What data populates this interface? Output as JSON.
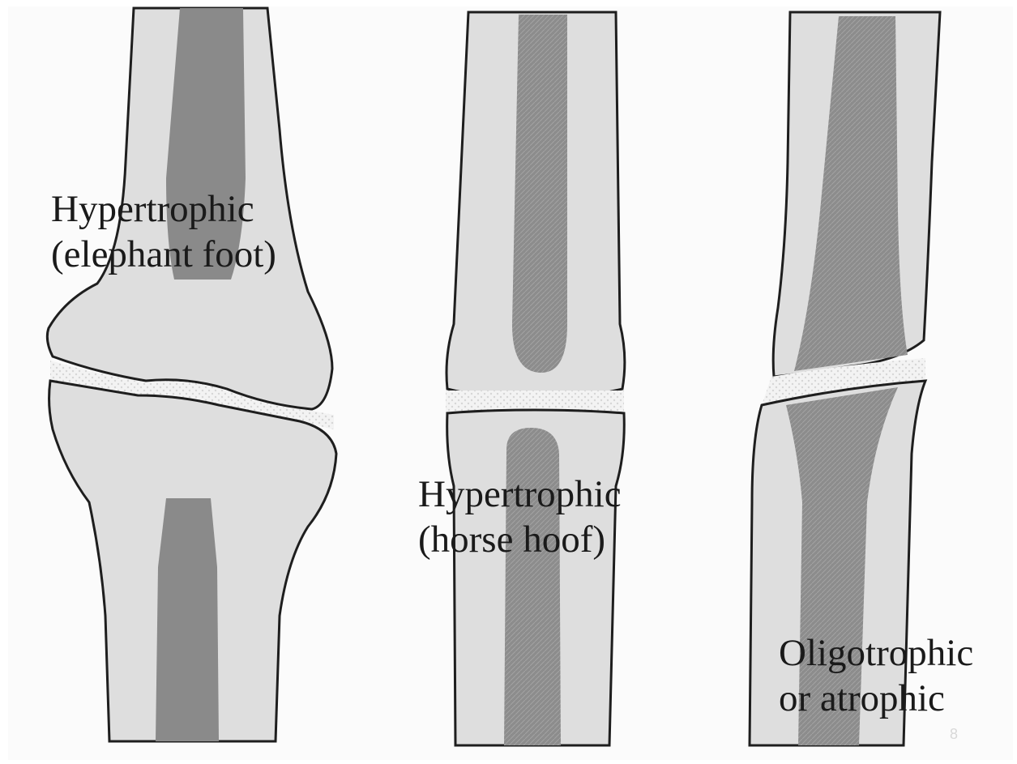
{
  "labels": {
    "elephant_foot": {
      "line1": "Hypertrophic",
      "line2": "(elephant foot)"
    },
    "horse_hoof": {
      "line1": "Hypertrophic",
      "line2": "(horse hoof)"
    },
    "oligotrophic": {
      "line1": "Oligotrophic",
      "line2": "or atrophic"
    }
  },
  "page_number": "8",
  "colors": {
    "background": "#fbfbfb",
    "cortex": "#dcdcdc",
    "medulla": "#8f8f8f",
    "callus": "#e3e3e3",
    "gap": "#f1f1f1",
    "outline": "#1e1e1e",
    "text": "#1a1a1a"
  }
}
